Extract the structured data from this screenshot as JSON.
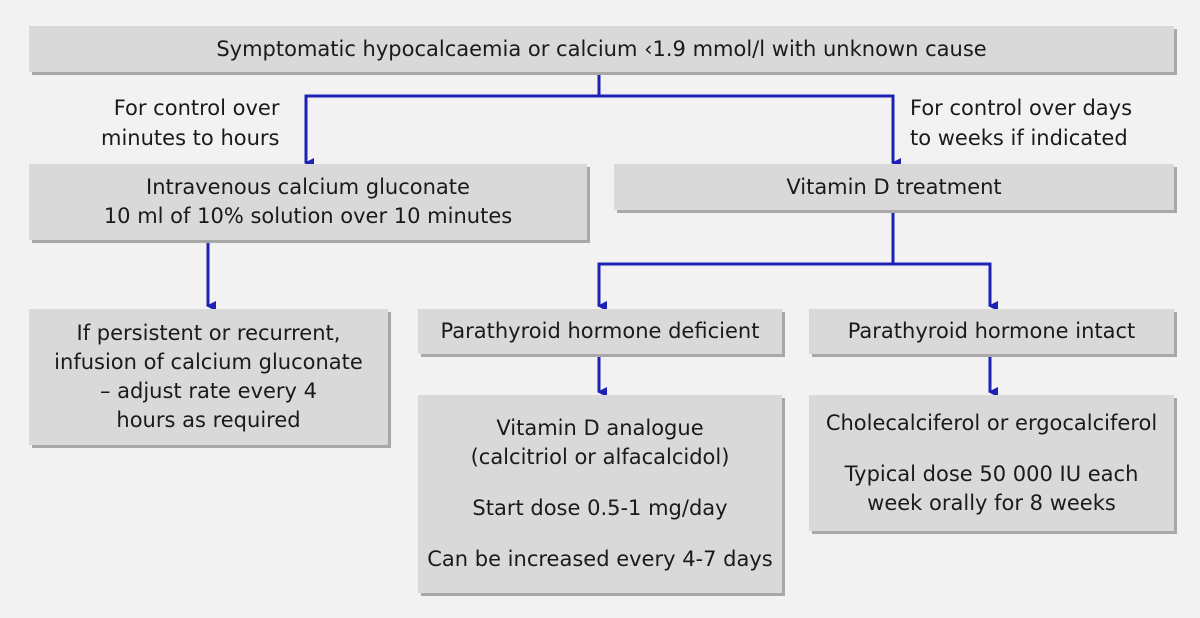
{
  "colors": {
    "background": "#f2f2f2",
    "box_fill": "#d9d9d9",
    "box_shadow": "#a8a8a8",
    "connector": "#1e22b4",
    "text": "#1a1a1a"
  },
  "nodes": {
    "top": {
      "lines": [
        "Symptomatic hypocalcaemia or calcium ‹1.9 mmol/l with unknown cause"
      ]
    },
    "iv_calcium": {
      "lines": [
        "Intravenous calcium gluconate",
        "10 ml of 10% solution over 10 minutes"
      ]
    },
    "vitamin_d": {
      "lines": [
        "Vitamin D treatment"
      ]
    },
    "infusion": {
      "lines": [
        "If persistent or recurrent,",
        "infusion of calcium gluconate",
        "– adjust rate every 4",
        "hours as required"
      ]
    },
    "pth_deficient": {
      "lines": [
        "Parathyroid hormone deficient"
      ]
    },
    "pth_intact": {
      "lines": [
        "Parathyroid hormone intact"
      ]
    },
    "analogue": {
      "lines": [
        "Vitamin D analogue",
        "(calcitriol or alfacalcidol)"
      ],
      "dose": [
        "Start dose 0.5-1 mg/day"
      ],
      "increase": [
        "Can be increased every 4-7 days"
      ]
    },
    "cholecalciferol": {
      "lines": [
        "Cholecalciferol or ergocalciferol"
      ],
      "dose": [
        "Typical dose 50 000 IU each",
        "week orally for 8 weeks"
      ]
    }
  },
  "edge_labels": {
    "left": [
      "For control over",
      "minutes to hours"
    ],
    "right": [
      "For control over days",
      "to weeks if indicated"
    ]
  }
}
